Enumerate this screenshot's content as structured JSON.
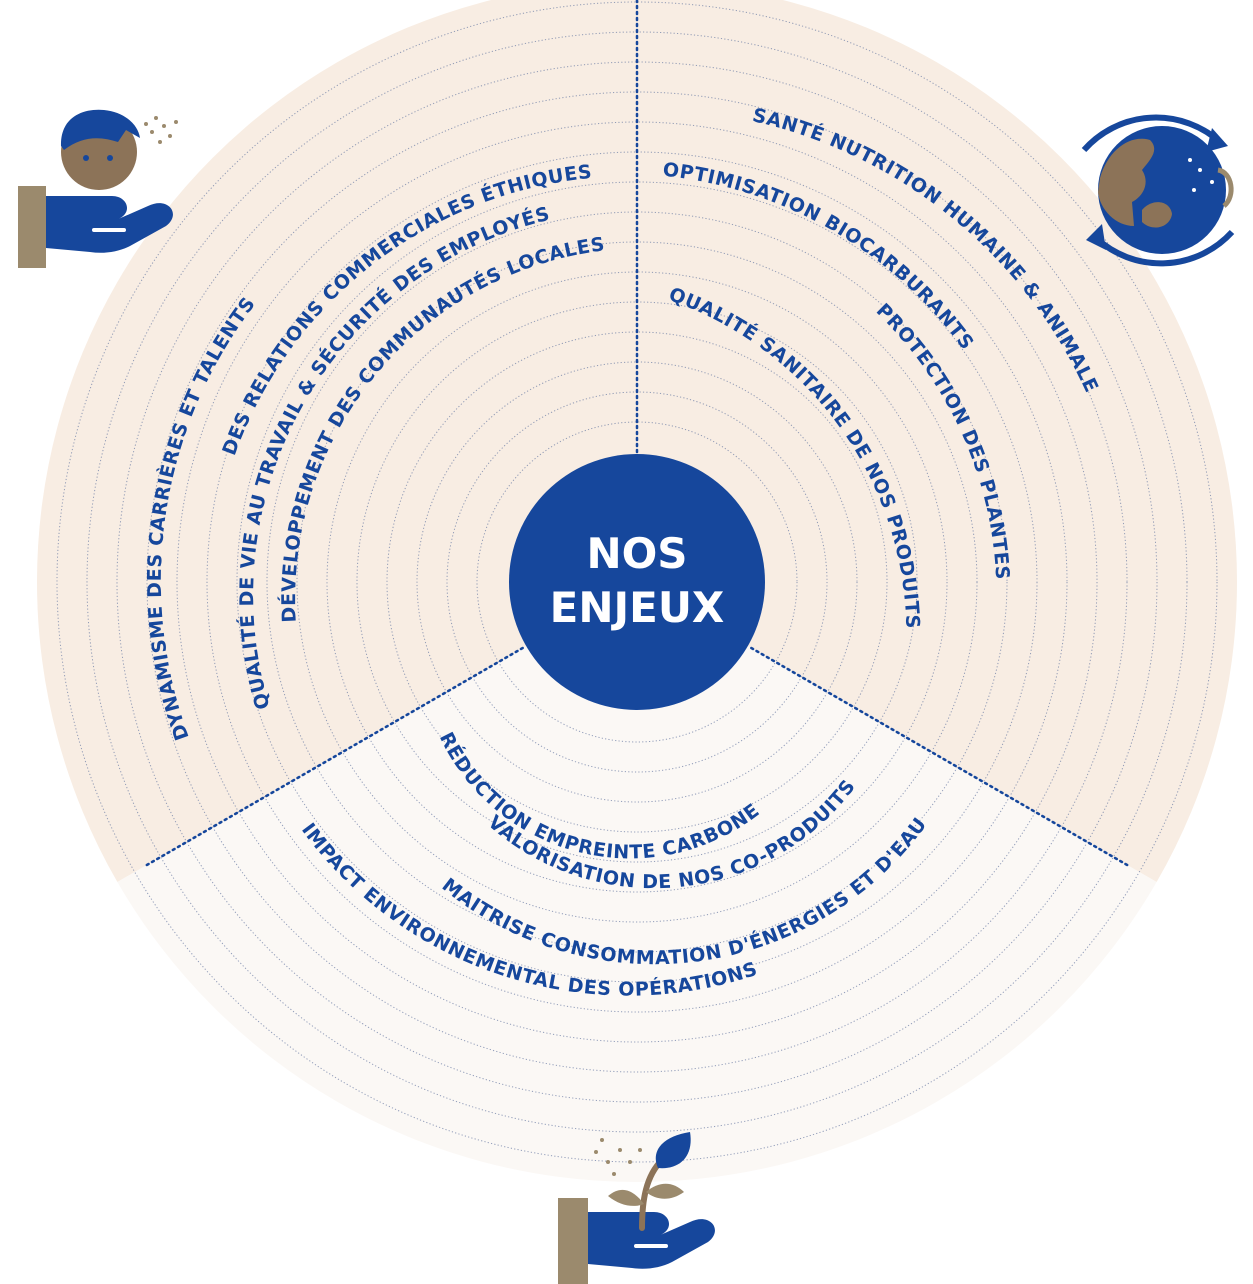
{
  "center": {
    "line1": "NOS",
    "line2": "ENJEUX"
  },
  "colors": {
    "blue": "#16479c",
    "tan": "#9b8a6d",
    "skin": "#8c7358",
    "sector_fill_left": "#f8ede3",
    "sector_fill_right": "#f8ede3",
    "sector_fill_bottom": "#fbf8f5",
    "ring_line": "#6f7fa6"
  },
  "sectors": {
    "left": {
      "icon": "person-caring-hand-icon",
      "items": [
        "DYNAMISME DES CARRIÈRES ET TALENTS",
        "DES RELATIONS COMMERCIALES ÉTHIQUES",
        "QUALITÉ DE VIE AU TRAVAIL & SÉCURITÉ DES EMPLOYÉS",
        "DÉVELOPPEMENT DES COMMUNAUTÉS LOCALES"
      ]
    },
    "right": {
      "icon": "globe-cycle-icon",
      "items": [
        "SANTÉ NUTRITION HUMAINE & ANIMALE",
        "OPTIMISATION BIOCARBURANTS",
        "PROTECTION DES PLANTES",
        "QUALITÉ SANITAIRE DE NOS PRODUITS"
      ]
    },
    "bottom": {
      "icon": "plant-in-hand-icon",
      "items": [
        "RÉDUCTION EMPREINTE CARBONE",
        "VALORISATION DE NOS CO-PRODUITS",
        "MAITRISE CONSOMMATION D'ÉNERGIES ET D'EAU",
        "IMPACT ENVIRONNEMENTAL DES OPÉRATIONS"
      ]
    }
  }
}
